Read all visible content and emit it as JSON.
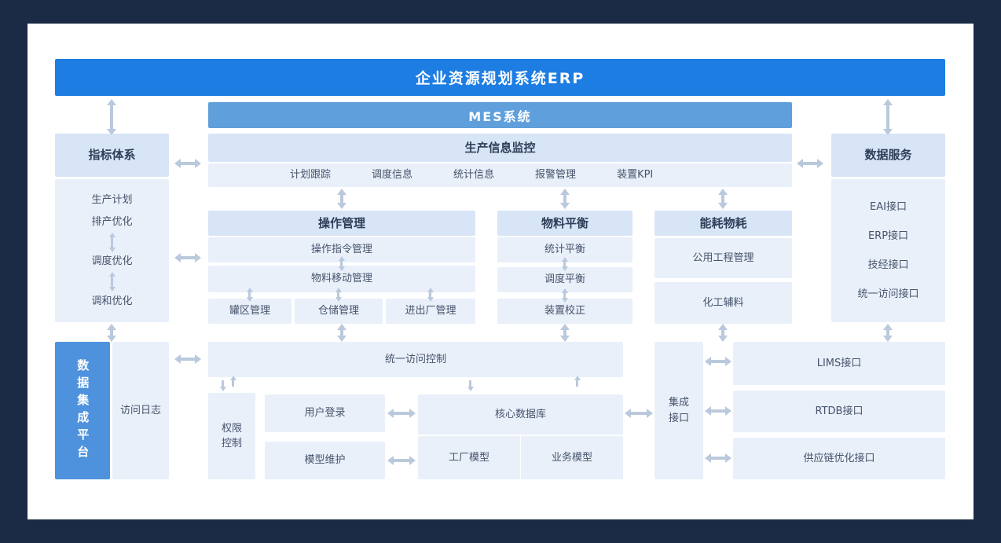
{
  "banners": {
    "erp": "企业资源规划系统ERP",
    "mes": "MES系统"
  },
  "indicator_system": {
    "title": "指标体系",
    "items": [
      "生产计划",
      "排产优化",
      "调度优化",
      "调和优化"
    ]
  },
  "data_services": {
    "title": "数据服务",
    "items": [
      "EAI接口",
      "ERP接口",
      "技经接口",
      "统一访问接口"
    ]
  },
  "production_monitoring": {
    "title": "生产信息监控",
    "items": [
      "计划跟踪",
      "调度信息",
      "统计信息",
      "报警管理",
      "装置KPI"
    ]
  },
  "operation_management": {
    "title": "操作管理",
    "rows": [
      "操作指令管理",
      "物料移动管理"
    ],
    "sub_rows": [
      "罐区管理",
      "仓储管理",
      "进出厂管理"
    ]
  },
  "material_balance": {
    "title": "物料平衡",
    "rows": [
      "统计平衡",
      "调度平衡",
      "装置校正"
    ]
  },
  "energy_consumption": {
    "title": "能耗物耗",
    "rows": [
      "公用工程管理",
      "化工辅料"
    ]
  },
  "integration_platform": {
    "bar": "数据集成平台",
    "access_log": "访问日志",
    "unified_access_control": "统一访问控制",
    "permission_control": "权限控制",
    "user_login": "用户登录",
    "model_maintenance": "模型维护",
    "core_database": "核心数据库",
    "factory_model": "工厂模型",
    "business_model": "业务模型",
    "integration_interface": "集成接口"
  },
  "external_interfaces": {
    "items": [
      "LIMS接口",
      "RTDB接口",
      "供应链优化接口"
    ]
  },
  "colors": {
    "background": "#1b2a45",
    "erp_banner": "#1d7de2",
    "mes_banner": "#5f9fdc",
    "platform_bar": "#4e92dd",
    "box_header": "#d7e5f6",
    "box_item": "#e9f0fa",
    "arrow": "#bac9dc",
    "text": "#46536b"
  }
}
